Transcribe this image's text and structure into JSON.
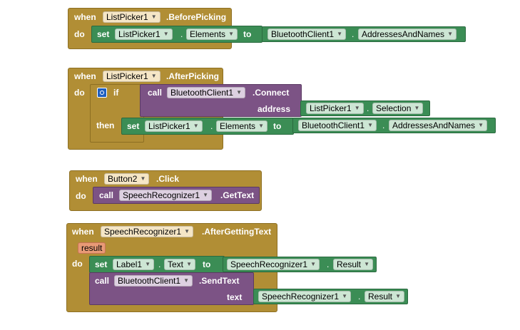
{
  "kw": {
    "when": "when",
    "do": "do",
    "set": "set",
    "to": "to",
    "call": "call",
    "if": "if",
    "then": "then",
    "dot": ".",
    "address": "address",
    "text": "text",
    "result": "result"
  },
  "b1": {
    "component": "ListPicker1",
    "event": ".BeforePicking",
    "set_component": "ListPicker1",
    "set_prop": "Elements",
    "val_component": "BluetoothClient1",
    "val_prop": "AddressesAndNames"
  },
  "b2": {
    "component": "ListPicker1",
    "event": ".AfterPicking",
    "call_component": "BluetoothClient1",
    "call_method": ".Connect",
    "addr_component": "ListPicker1",
    "addr_prop": "Selection",
    "set_component": "ListPicker1",
    "set_prop": "Elements",
    "val_component": "BluetoothClient1",
    "val_prop": "AddressesAndNames"
  },
  "b3": {
    "component": "Button2",
    "event": ".Click",
    "call_component": "SpeechRecognizer1",
    "call_method": ".GetText"
  },
  "b4": {
    "component": "SpeechRecognizer1",
    "event": ".AfterGettingText",
    "set_component": "Label1",
    "set_prop": "Text",
    "val_component": "SpeechRecognizer1",
    "val_prop": "Result",
    "call_component": "BluetoothClient1",
    "call_method": ".SendText",
    "text_component": "SpeechRecognizer1",
    "text_prop": "Result"
  },
  "colors": {
    "event": "#b18e35",
    "procedure": "#7c5385",
    "component": "#3b8d55",
    "control": "#b18e35",
    "param": "#e89a76"
  },
  "icons": {
    "dropdown": "dropdown-arrow-icon",
    "mutator": "mutator-gear-icon"
  }
}
